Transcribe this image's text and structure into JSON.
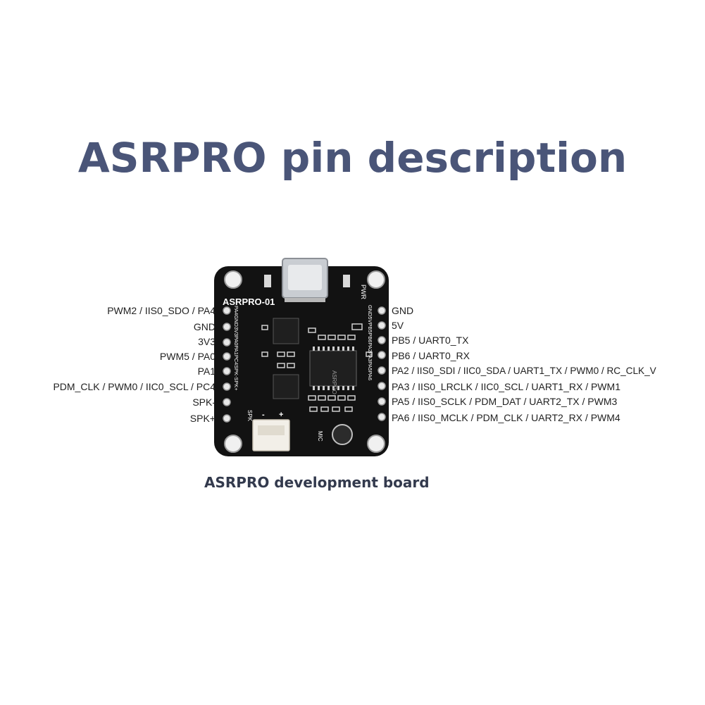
{
  "title": "ASRPRO pin description",
  "caption": "ASRPRO development board",
  "board": {
    "name": "ASRPRO-01",
    "chip_text": "ASRPRO",
    "pwr_label": "PWR",
    "spk_label": "SPK",
    "mic_label": "MIC",
    "left_edge_text": "PA4GND3V3PA0PA1PC4SPK-SPK+",
    "right_edge_text": "GND5VPB5PB6PA2PA3PA5PA6",
    "connector_minus": "-",
    "connector_plus": "+"
  },
  "pins_left": [
    "PWM2 / IIS0_SDO / PA4",
    "GND",
    "3V3",
    "PWM5 / PA0",
    "PA1",
    "PDM_CLK  / PWM0 / IIC0_SCL / PC4",
    "SPK-",
    "SPK+"
  ],
  "pins_right": [
    "GND",
    "5V",
    "PB5 / UART0_TX",
    "PB6 / UART0_RX",
    "PA2 / IIS0_SDI / IIC0_SDA / UART1_TX / PWM0 / RC_CLK_V",
    "PA3 / IIS0_LRCLK / IIC0_SCL / UART1_RX / PWM1",
    "PA5 / IIS0_SCLK / PDM_DAT / UART2_TX / PWM3",
    "PA6 / IIS0_MCLK / PDM_CLK / UART2_RX / PWM4"
  ],
  "colors": {
    "title": "#4a5578",
    "board": "#121212",
    "pad": "#e8e8e8",
    "chip": "#1f1f1f",
    "usb": "#c9cdd2",
    "connector": "#f2efe8"
  }
}
